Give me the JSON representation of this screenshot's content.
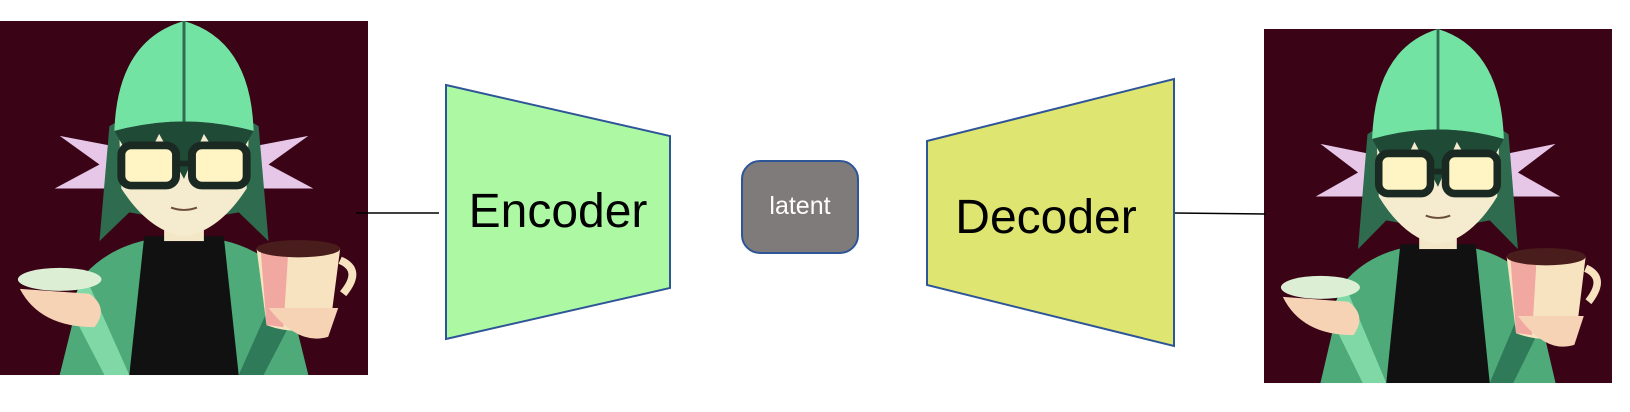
{
  "diagram": {
    "encoder": {
      "label": "Encoder",
      "fill": "#adf9a3",
      "stroke": "#2e5597"
    },
    "latent": {
      "label": "latent",
      "fill": "#807b7b",
      "stroke": "#2e5597",
      "text_color": "#ffffff"
    },
    "decoder": {
      "label": "Decoder",
      "fill": "#dee571",
      "stroke": "#2e5597"
    },
    "input_image": {
      "icon": "anime-character-with-glasses-and-coffee-cup",
      "background": "#3a0416"
    },
    "output_image": {
      "icon": "anime-character-with-glasses-and-coffee-cup",
      "background": "#3a0416"
    },
    "connector_color": "#000000"
  }
}
